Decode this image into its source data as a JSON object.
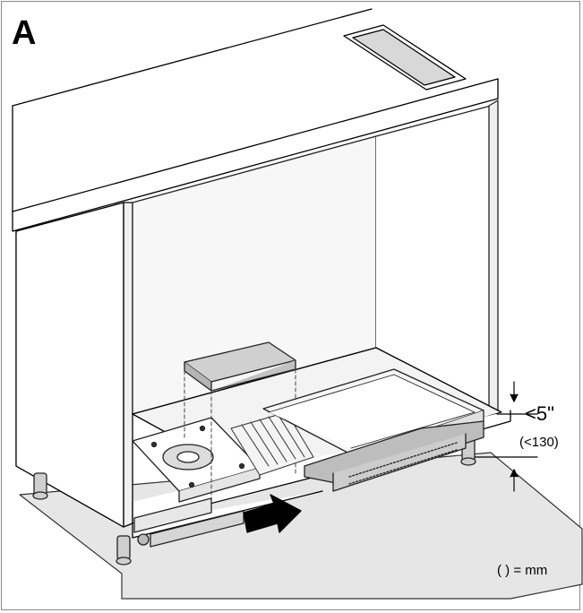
{
  "figure": {
    "label": "A"
  },
  "dimension": {
    "value_inches": "<5\"",
    "value_mm": "(<130)"
  },
  "legend": {
    "text": "( ) = mm"
  }
}
